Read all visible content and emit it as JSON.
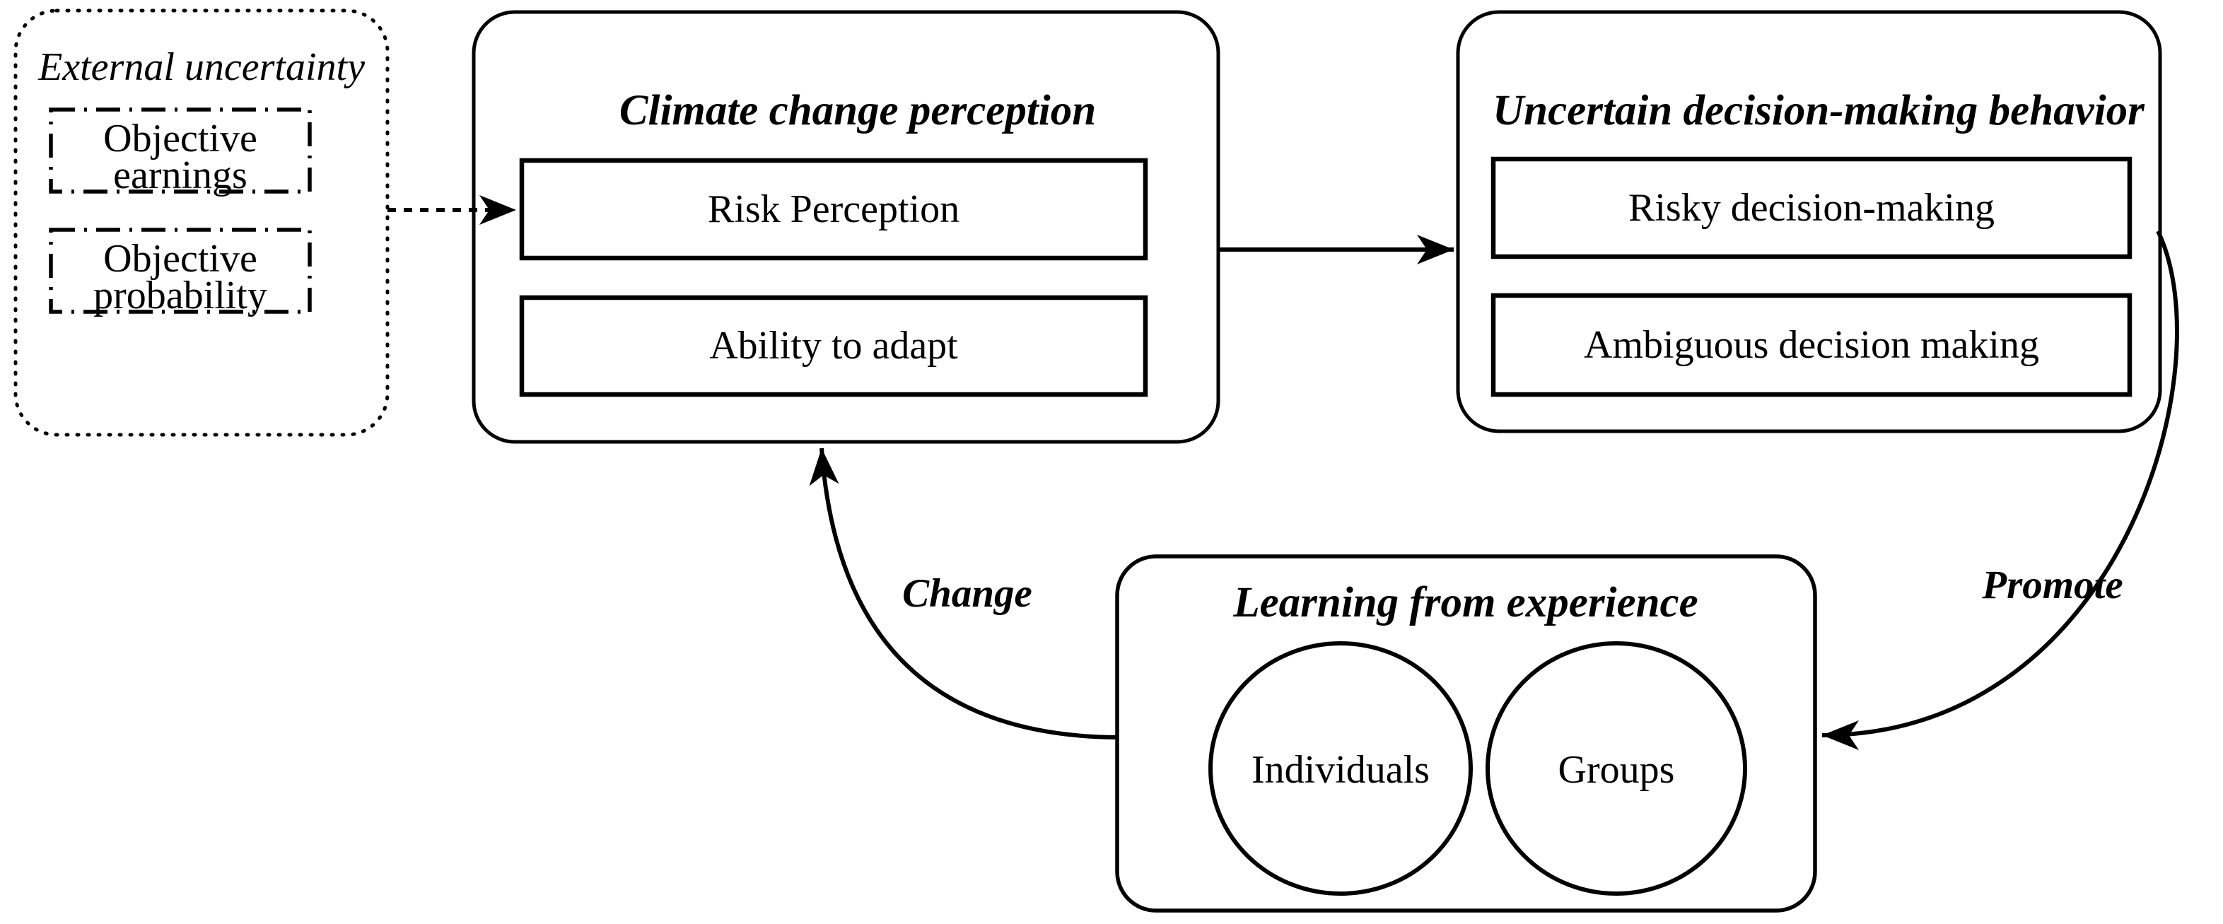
{
  "diagram": {
    "external": {
      "title": "External uncertainty",
      "items": [
        {
          "lines": [
            "Objective",
            "earnings"
          ]
        },
        {
          "lines": [
            "Objective",
            "probability"
          ]
        }
      ]
    },
    "perception": {
      "title": "Climate change perception",
      "items": [
        {
          "label": "Risk Perception"
        },
        {
          "label": "Ability to adapt"
        }
      ]
    },
    "behavior": {
      "title": "Uncertain decision-making behavior",
      "items": [
        {
          "label": "Risky decision-making"
        },
        {
          "label": "Ambiguous decision making"
        }
      ]
    },
    "learning": {
      "title": "Learning from experience",
      "items": [
        {
          "label": "Individuals"
        },
        {
          "label": "Groups"
        }
      ]
    },
    "edges": {
      "change_label": "Change",
      "promote_label": "Promote"
    },
    "colors": {
      "ink": "#000000",
      "background": "#ffffff"
    }
  }
}
